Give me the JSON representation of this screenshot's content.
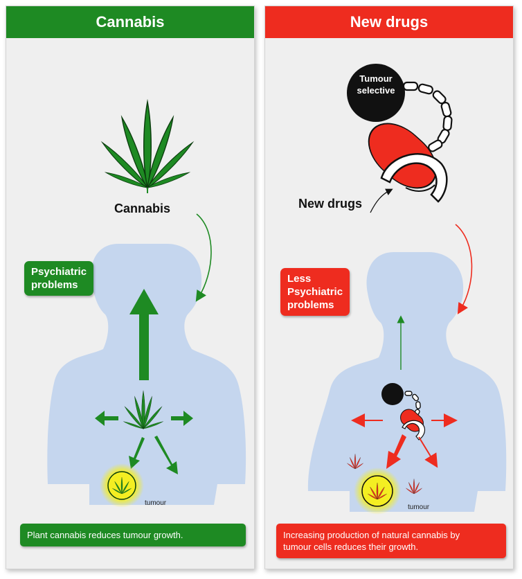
{
  "left_panel": {
    "header": "Cannabis",
    "plant_label": "Cannabis",
    "effect_label": "Psychiatric\nproblems",
    "tumour_label": "tumour",
    "footer": "Plant cannabis reduces tumour growth."
  },
  "right_panel": {
    "header": "New drugs",
    "ball_label": "Tumour\nselective",
    "drug_label": "New drugs",
    "effect_label": "Less\nPsychiatric\nproblems",
    "tumour_label": "tumour",
    "footer": "Increasing production of natural cannabis by\ntumour cells reduces their growth."
  },
  "colors": {
    "green": "#1e8a23",
    "red": "#ee2c1f",
    "body": "#c5d6ee",
    "tumour_glow": "#f4ee22"
  }
}
